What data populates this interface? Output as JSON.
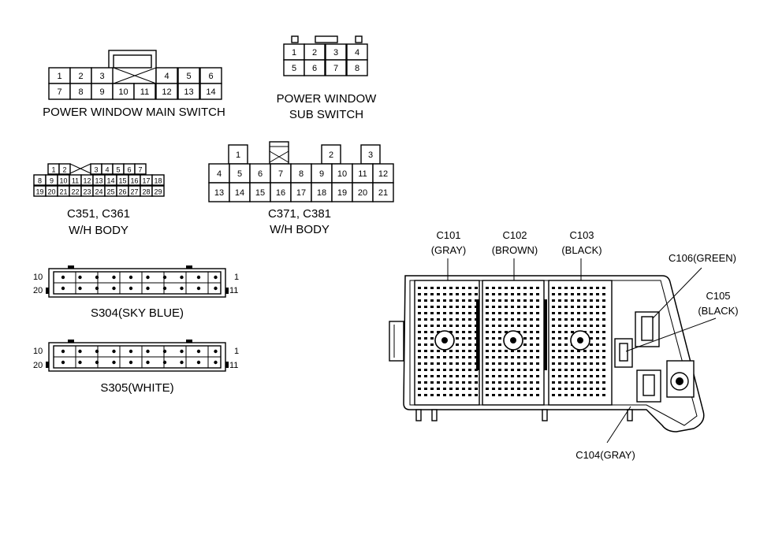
{
  "connectors": {
    "pw_main": {
      "label": "POWER WINDOW MAIN SWITCH",
      "row1": [
        "1",
        "2",
        "3",
        "4",
        "5",
        "6"
      ],
      "row2": [
        "7",
        "8",
        "9",
        "10",
        "11",
        "12",
        "13",
        "14"
      ]
    },
    "pw_sub": {
      "label_line1": "POWER WINDOW",
      "label_line2": "SUB SWITCH",
      "row1": [
        "1",
        "2",
        "3",
        "4"
      ],
      "row2": [
        "5",
        "6",
        "7",
        "8"
      ]
    },
    "c351": {
      "label_line1": "C351, C361",
      "label_line2": "W/H BODY",
      "row1": [
        "1",
        "2",
        "3",
        "4",
        "5",
        "6",
        "7"
      ],
      "row2": [
        "8",
        "9",
        "10",
        "11",
        "12",
        "13",
        "14",
        "15",
        "16",
        "17",
        "18"
      ],
      "row3": [
        "19",
        "20",
        "21",
        "22",
        "23",
        "24",
        "25",
        "26",
        "27",
        "28",
        "29"
      ]
    },
    "c371": {
      "label_line1": "C371, C381",
      "label_line2": "W/H BODY",
      "top": [
        "1",
        "2",
        "3"
      ],
      "row1": [
        "4",
        "5",
        "6",
        "7",
        "8",
        "9",
        "10",
        "11",
        "12"
      ],
      "row2": [
        "13",
        "14",
        "15",
        "16",
        "17",
        "18",
        "19",
        "20",
        "21"
      ]
    },
    "s304": {
      "label": "S304(SKY BLUE)",
      "left_top": "10",
      "left_bottom": "20",
      "right_top": "1",
      "right_bottom": "11"
    },
    "s305": {
      "label": "S305(WHITE)",
      "left_top": "10",
      "left_bottom": "20",
      "right_top": "1",
      "right_bottom": "11"
    }
  },
  "fuse_box": {
    "c101_l1": "C101",
    "c101_l2": "(GRAY)",
    "c102_l1": "C102",
    "c102_l2": "(BROWN)",
    "c103_l1": "C103",
    "c103_l2": "(BLACK)",
    "c106": "C106(GREEN)",
    "c105_l1": "C105",
    "c105_l2": "(BLACK)",
    "c104": "C104(GRAY)"
  }
}
